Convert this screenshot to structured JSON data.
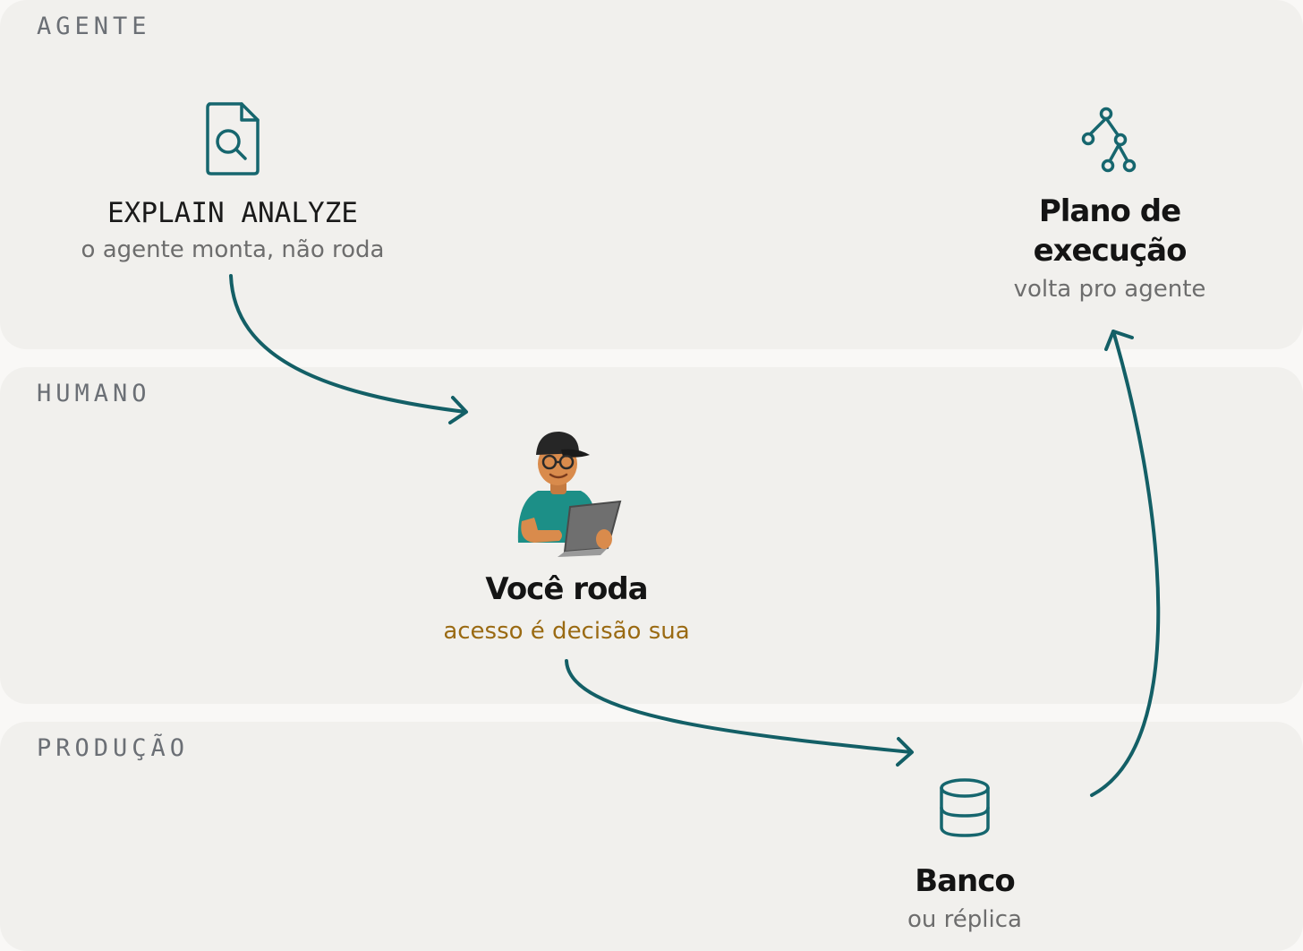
{
  "lanes": {
    "agente": "AGENTE",
    "humano": "HUMANO",
    "producao": "PRODUÇÃO"
  },
  "nodes": {
    "explain": {
      "title": "EXPLAIN ANALYZE",
      "subtitle": "o agente monta, não roda",
      "icon": "file-search-icon"
    },
    "plano": {
      "title_line1": "Plano de",
      "title_line2": "execução",
      "subtitle": "volta pro agente",
      "icon": "tree-graph-icon"
    },
    "voce": {
      "title": "Você roda",
      "subtitle": "acesso é decisão sua",
      "icon": "person-laptop-avatar"
    },
    "banco": {
      "title": "Banco",
      "subtitle": "ou réplica",
      "icon": "database-icon"
    }
  },
  "colors": {
    "arrow": "#135f66",
    "icon": "#16666e",
    "lane_bg": "#f1f0ed",
    "accent_text": "#9a6a12"
  }
}
